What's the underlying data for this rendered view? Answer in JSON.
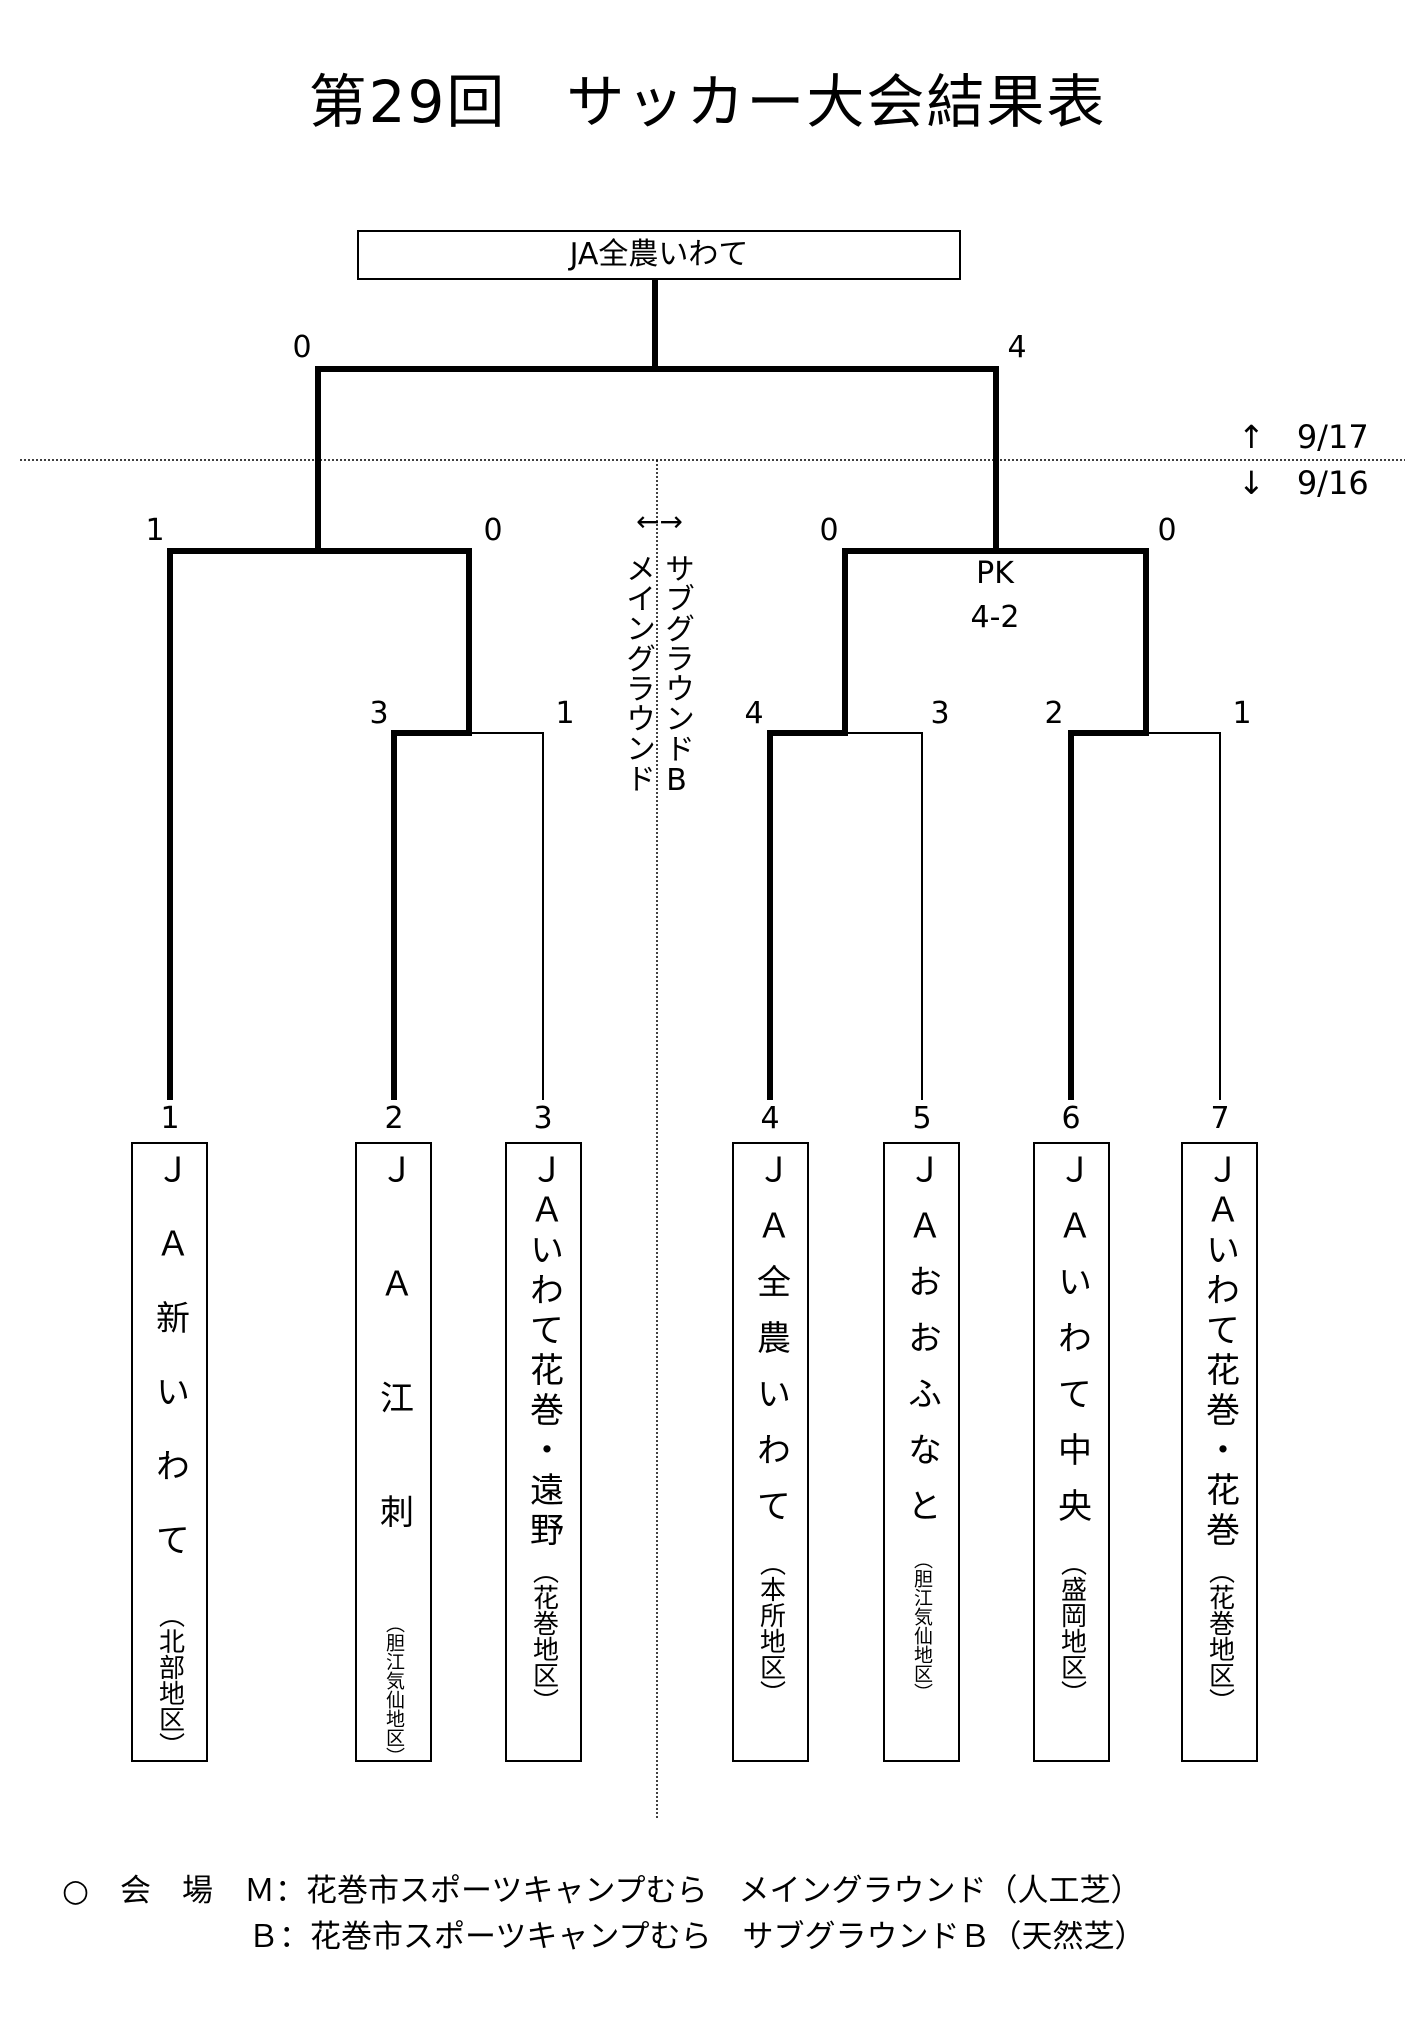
{
  "title": "第29回　サッカー大会結果表",
  "champion": "JA全農いわて",
  "dates": {
    "upper": "↑　9/17",
    "lower": "↓　9/16"
  },
  "grounds": {
    "sub": "サブグラウンドB",
    "main": "メイングラウンド",
    "arrow": "←→"
  },
  "pk": {
    "label": "PK",
    "score": "4-2"
  },
  "teams": [
    {
      "seed": "1",
      "name": "ＪＡ新いわて",
      "region": "（北部地区）"
    },
    {
      "seed": "2",
      "name": "ＪＡ江刺",
      "region": "（胆江気仙地区）"
    },
    {
      "seed": "3",
      "name": "ＪＡいわて花巻・遠野",
      "region": "（花巻地区）"
    },
    {
      "seed": "4",
      "name": "ＪＡ全農いわて",
      "region": "（本所地区）"
    },
    {
      "seed": "5",
      "name": "ＪＡおおふなと",
      "region": "（胆江気仙地区）"
    },
    {
      "seed": "6",
      "name": "ＪＡいわて中央",
      "region": "（盛岡地区）"
    },
    {
      "seed": "7",
      "name": "ＪＡいわて花巻・花巻",
      "region": "（花巻地区）"
    }
  ],
  "scores": {
    "r1_2v3": [
      "3",
      "1"
    ],
    "r1_4v5": [
      "4",
      "3"
    ],
    "r1_6v7": [
      "2",
      "1"
    ],
    "sf_left": [
      "1",
      "0"
    ],
    "sf_right": [
      "0",
      "0"
    ],
    "final": [
      "0",
      "4"
    ]
  },
  "footer": {
    "row1": "○　会　場　Ｍ：花巻市スポーツキャンプむら　メイングラウンド（人工芝）",
    "row2": "　　　　　　Ｂ：花巻市スポーツキャンプむら　サブグラウンドＢ（天然芝）"
  }
}
